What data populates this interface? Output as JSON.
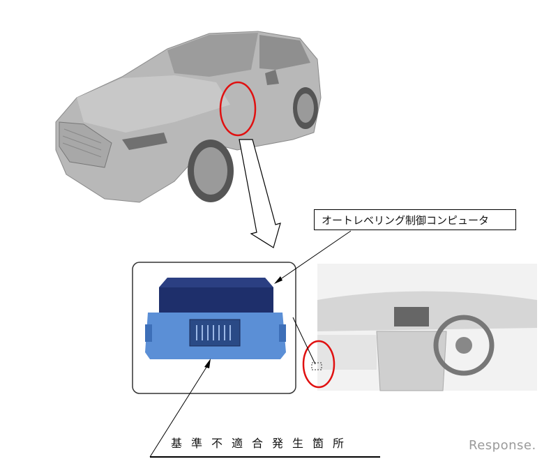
{
  "callout": {
    "label": "オートレベリング制御コンピュータ"
  },
  "location": {
    "label": "基準不適合発生箇所"
  },
  "watermark": {
    "text": "Response."
  },
  "colors": {
    "highlight": "#e01010",
    "module_top": "#1e2f6b",
    "module_body": "#5b8fd6"
  }
}
